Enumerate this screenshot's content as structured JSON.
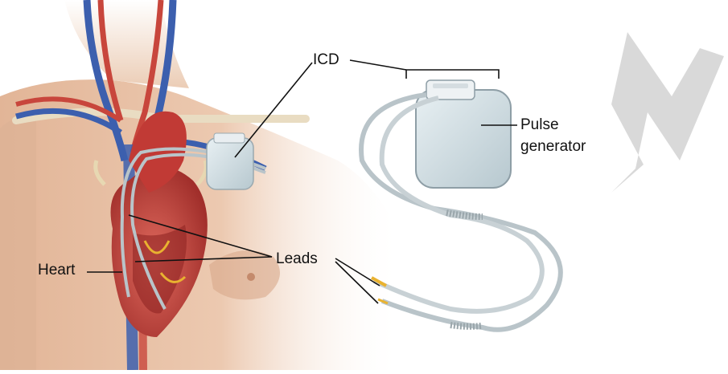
{
  "labels": {
    "icd": "ICD",
    "pulse_generator_line1": "Pulse",
    "pulse_generator_line2": "generator",
    "leads": "Leads",
    "heart": "Heart"
  },
  "colors": {
    "skin": "#e8c3a6",
    "skin_shadow": "#cf9f80",
    "artery": "#c8463c",
    "vein": "#3c5fae",
    "heart_muscle": "#c2443d",
    "device_body": "#cfdde3",
    "lead_wire": "#b9c4c9",
    "watermark": "#d2d2d2"
  }
}
